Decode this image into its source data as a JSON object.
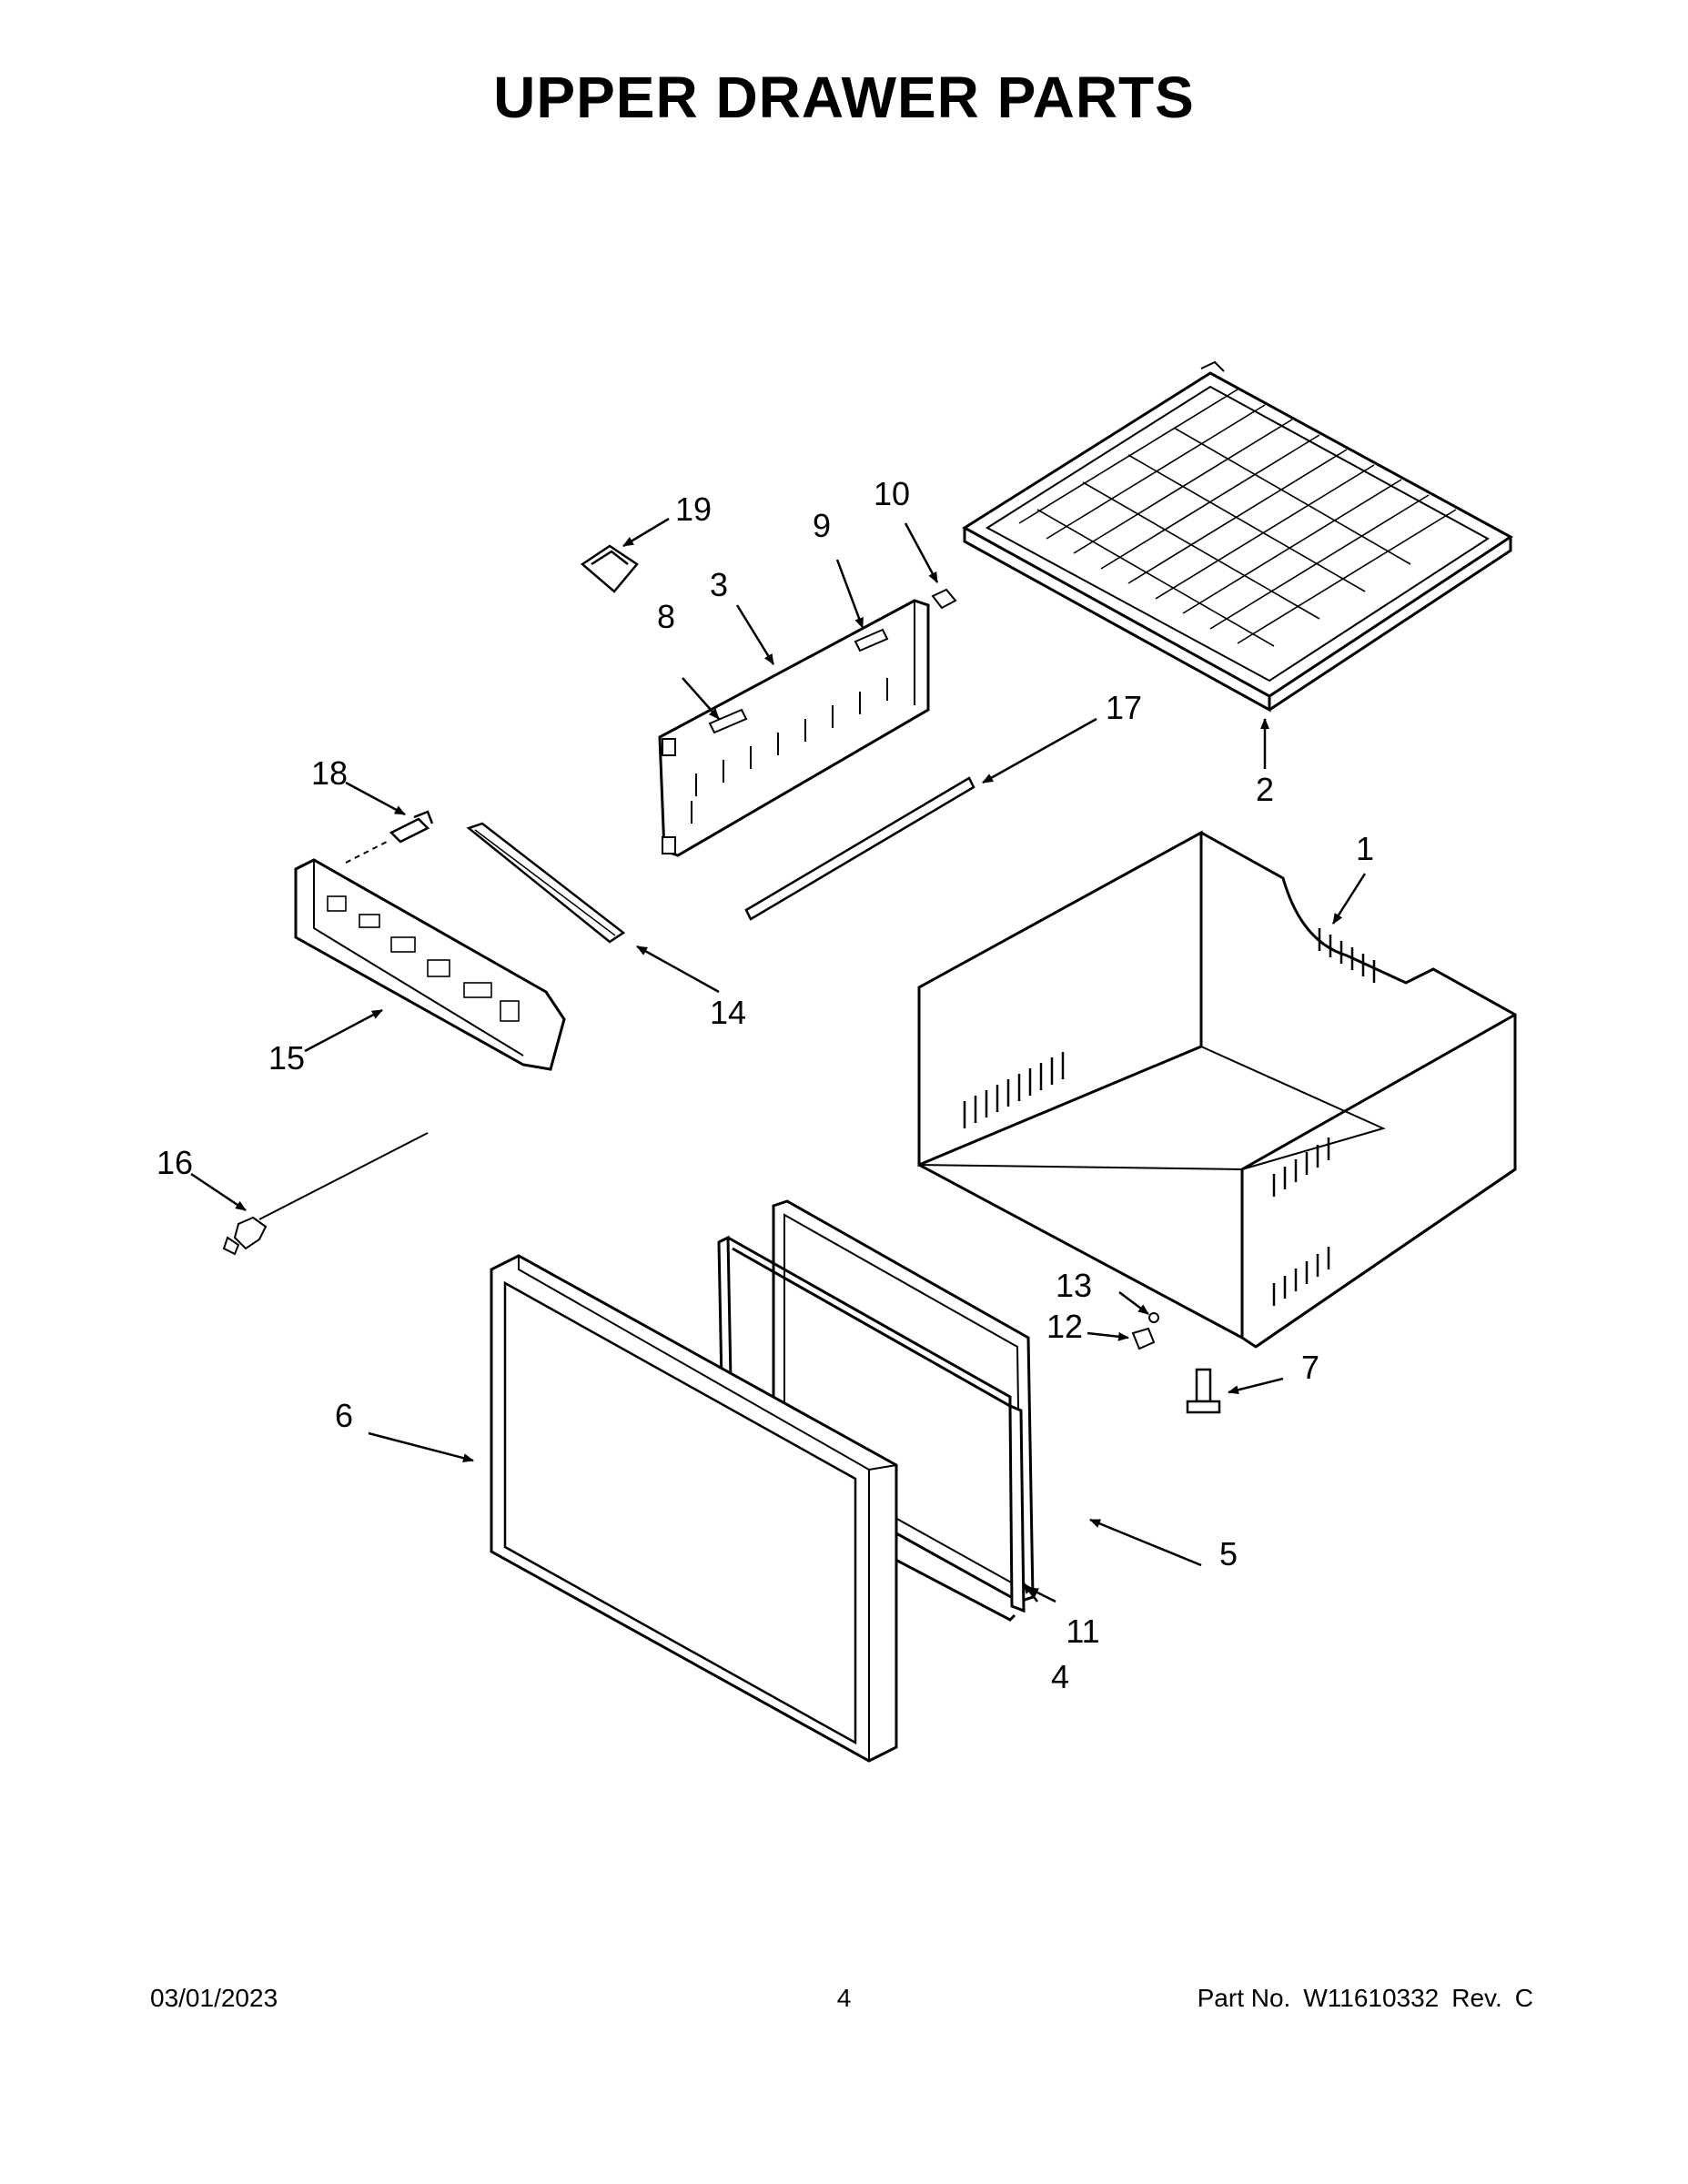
{
  "title": "UPPER DRAWER PARTS",
  "callouts": [
    "1",
    "2",
    "3",
    "4",
    "5",
    "6",
    "7",
    "8",
    "9",
    "10",
    "11",
    "12",
    "13",
    "14",
    "15",
    "16",
    "17",
    "18",
    "19"
  ],
  "footer": {
    "date": "03/01/2023",
    "page_number": "4",
    "part_label": "Part No.",
    "part_number": "W11610332",
    "rev_label": "Rev.",
    "rev_value": "C"
  }
}
